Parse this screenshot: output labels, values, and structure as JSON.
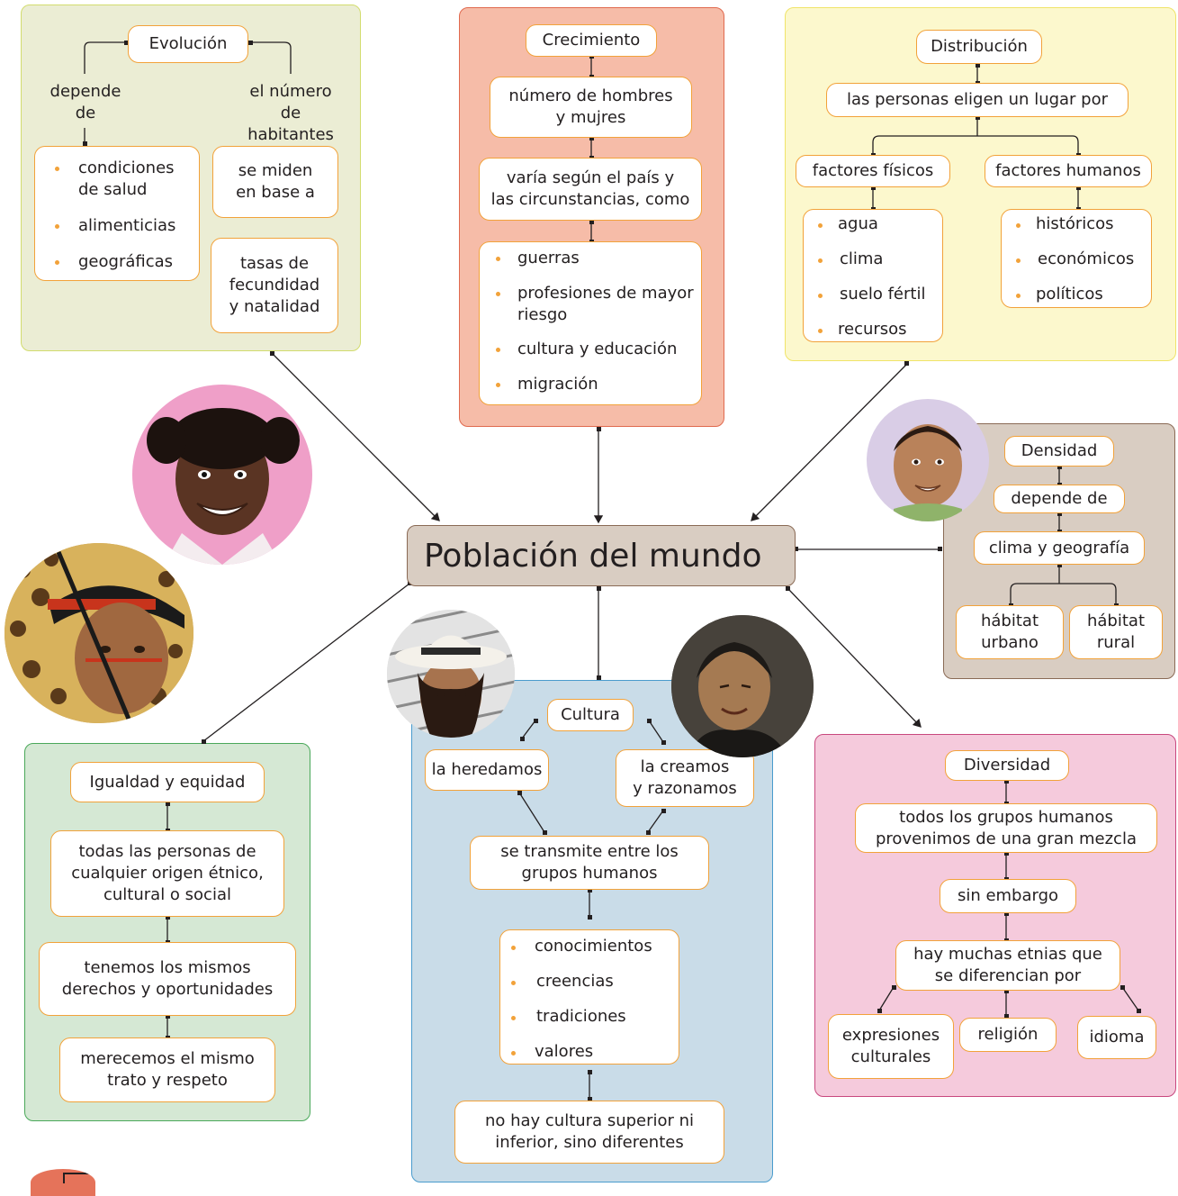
{
  "center": "Población del mundo",
  "evolucion": {
    "title": "Evolución",
    "left_label": "depende\nde",
    "right_label": "el número\nde habitantes",
    "factors": [
      "condiciones\nde salud",
      "alimenticias",
      "geográficas"
    ],
    "measured": "se miden\nen base a",
    "rates": "tasas de\nfecundidad\ny natalidad"
  },
  "crecimiento": {
    "title": "Crecimiento",
    "step1": "número de hombres\ny mujres",
    "step2": "varía según el país y\nlas circunstancias, como",
    "items": [
      "guerras",
      "profesiones de mayor\nriesgo",
      "cultura y educación",
      "migración"
    ]
  },
  "distribucion": {
    "title": "Distribución",
    "step1": "las personas eligen un lugar por",
    "physical": "factores físicos",
    "human": "factores humanos",
    "physical_items": [
      "agua",
      "clima",
      "suelo fértil",
      "recursos"
    ],
    "human_items": [
      "históricos",
      "económicos",
      "políticos"
    ]
  },
  "densidad": {
    "title": "Densidad",
    "step1": "depende de",
    "step2": "clima y geografía",
    "urban": "hábitat\nurbano",
    "rural": "hábitat\nrural"
  },
  "igualdad": {
    "title": "Igualdad y equidad",
    "step1": "todas las personas de\ncualquier origen étnico,\ncultural o social",
    "step2": "tenemos los mismos\nderechos y oportunidades",
    "step3": "merecemos el mismo\ntrato y respeto"
  },
  "cultura": {
    "title": "Cultura",
    "left": "la heredamos",
    "right": "la creamos\ny razonamos",
    "step1": "se transmite entre los\ngrupos humanos",
    "items": [
      "conocimientos",
      "creencias",
      "tradiciones",
      "valores"
    ],
    "step2": "no hay cultura superior ni\ninferior, sino diferentes"
  },
  "diversidad": {
    "title": "Diversidad",
    "step1": "todos los grupos humanos\nprovenimos de una gran mezcla",
    "step2": "sin embargo",
    "step3": "hay muchas etnias que\nse diferencian por",
    "leaf1": "expresiones\nculturales",
    "leaf2": "religión",
    "leaf3": "idioma"
  },
  "colors": {
    "evolucion_bg": "#ebedd4",
    "evolucion_border": "#d2dc6e",
    "crecimiento_bg": "#f6bca8",
    "crecimiento_border": "#e06a4f",
    "distribucion_bg": "#fcf8cd",
    "distribucion_border": "#f0e46a",
    "densidad_bg": "#d9cdc2",
    "densidad_border": "#8a6a55",
    "igualdad_bg": "#d5e8d4",
    "igualdad_border": "#4aa85a",
    "cultura_bg": "#c9dce8",
    "cultura_border": "#4a9ccd",
    "diversidad_bg": "#f5cadc",
    "diversidad_border": "#c8487e",
    "node_border": "#f2a23a"
  }
}
